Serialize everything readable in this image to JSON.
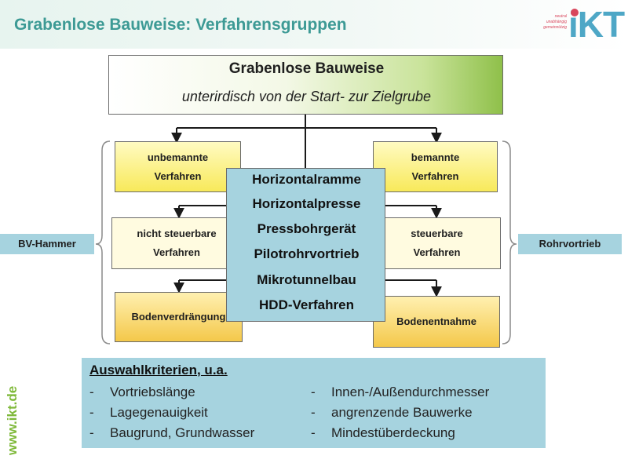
{
  "header": {
    "title": "Grabenlose Bauweise: Verfahrensgruppen",
    "logo_letters": "iKT",
    "logo_tagline": [
      "neutral",
      "unabhängig",
      "gemeinnützig"
    ]
  },
  "top_box": {
    "title": "Grabenlose Bauweise",
    "subtitle": "unterirdisch von der Start- zur Zielgrube"
  },
  "left_column": {
    "boxes": [
      {
        "line1": "unbemannte",
        "line2": "Verfahren"
      },
      {
        "line1": "nicht steuerbare",
        "line2": "Verfahren"
      },
      {
        "line1": "Bodenverdrängung",
        "line2": ""
      }
    ],
    "side_label": "BV-Hammer"
  },
  "right_column": {
    "boxes": [
      {
        "line1": "bemannte",
        "line2": "Verfahren"
      },
      {
        "line1": "steuerbare",
        "line2": "Verfahren"
      },
      {
        "line1": "Bodenentnahme",
        "line2": ""
      }
    ],
    "side_label": "Rohrvortrieb"
  },
  "center_box": {
    "items": [
      "Horizontalramme",
      "Horizontalpresse",
      "Pressbohrgerät",
      "Pilotrohrvortrieb",
      "Mikrotunnelbau",
      "HDD-Verfahren"
    ]
  },
  "criteria": {
    "title": "Auswahlkriterien, u.a.",
    "dash": "-",
    "left": [
      "Vortriebslänge",
      "Lagegenauigkeit",
      "Baugrund, Grundwasser"
    ],
    "right": [
      "Innen-/Außendurchmesser",
      "angrenzende Bauwerke",
      "Mindestüberdeckung"
    ]
  },
  "footer": {
    "url": "www.ikt.de"
  },
  "colors": {
    "title_teal": "#3d9a95",
    "box_blue": "#a6d3df",
    "yellow": "#f8e95a",
    "orange": "#f4c84a",
    "green_accent": "#8fc04a",
    "url_green": "#7fb93a",
    "logo_blue": "#4ea7c6",
    "logo_red": "#d8455b"
  }
}
